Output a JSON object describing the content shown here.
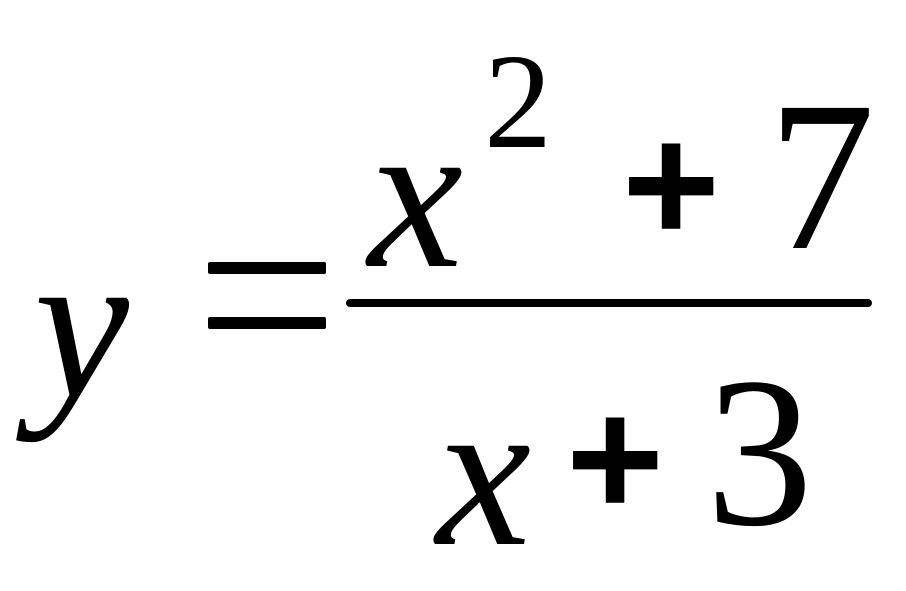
{
  "equation": {
    "lhs": {
      "variable": "y"
    },
    "relation": "=",
    "numerator": {
      "base": "x",
      "exponent": "2",
      "operator": "+",
      "constant": "7"
    },
    "denominator": {
      "variable": "x",
      "operator": "+",
      "constant": "3"
    },
    "colors": {
      "text": "#000000",
      "background": "#ffffff"
    }
  }
}
